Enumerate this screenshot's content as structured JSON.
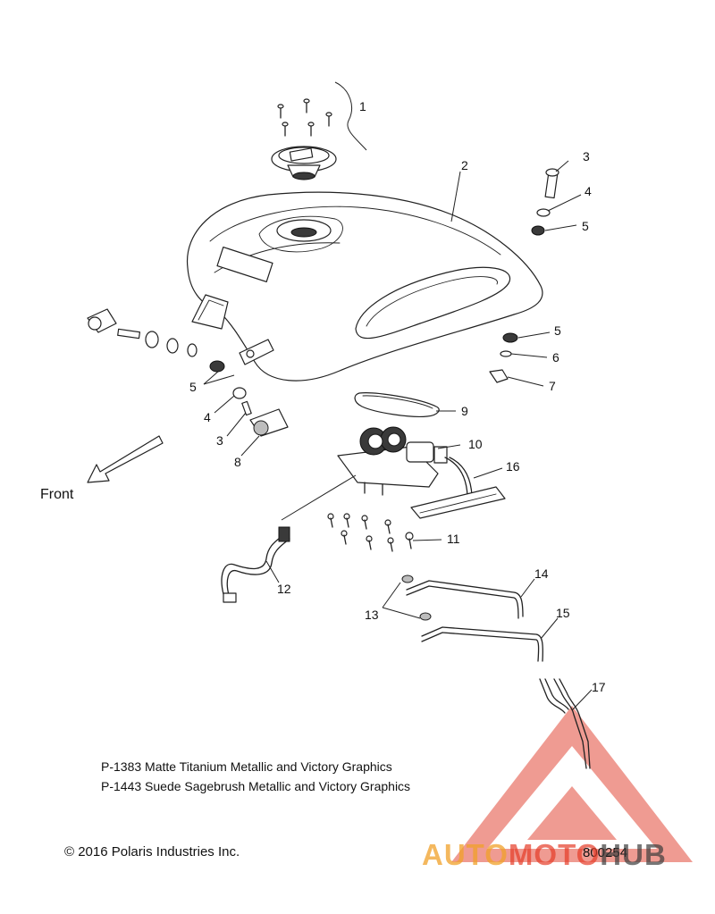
{
  "callouts": [
    "1",
    "2",
    "3",
    "4",
    "5",
    "5",
    "6",
    "7",
    "8",
    "9",
    "10",
    "16",
    "11",
    "12",
    "13",
    "14",
    "15",
    "17",
    "5",
    "4",
    "3"
  ],
  "front_label": "Front",
  "notes": [
    "P-1383  Matte Titanium Metallic and Victory Graphics",
    "P-1443  Suede Sagebrush Metallic and Victory Graphics"
  ],
  "copyright": "© 2016 Polaris Industries Inc.",
  "diagram_number": "800254",
  "watermark": {
    "part1": "AUTO",
    "part2": "MOTO",
    "part3": "HUB"
  },
  "colors": {
    "line": "#222222",
    "watermark_red": "#e03c28",
    "watermark_orange": "#f0a028"
  }
}
